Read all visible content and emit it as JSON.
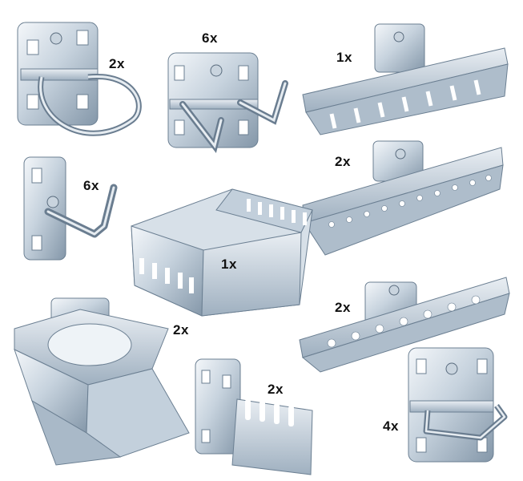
{
  "image": {
    "background": "#ffffff",
    "metal_colors": {
      "light": "#e8eef3",
      "mid": "#b9c7d3",
      "dark": "#7f93a6",
      "edge": "#56697b"
    }
  },
  "items": [
    {
      "id": "u-hook-holder",
      "quantity": "2x"
    },
    {
      "id": "double-hook",
      "quantity": "6x"
    },
    {
      "id": "tool-rail-slotted",
      "quantity": "1x"
    },
    {
      "id": "single-j-hook",
      "quantity": "6x"
    },
    {
      "id": "screwdriver-bar-long",
      "quantity": "2x"
    },
    {
      "id": "slotted-box-tray",
      "quantity": "1x"
    },
    {
      "id": "screwdriver-bar-short",
      "quantity": "2x"
    },
    {
      "id": "can-holder",
      "quantity": "2x"
    },
    {
      "id": "slotted-tray-small",
      "quantity": "2x"
    },
    {
      "id": "closed-loop-hook",
      "quantity": "4x"
    }
  ]
}
